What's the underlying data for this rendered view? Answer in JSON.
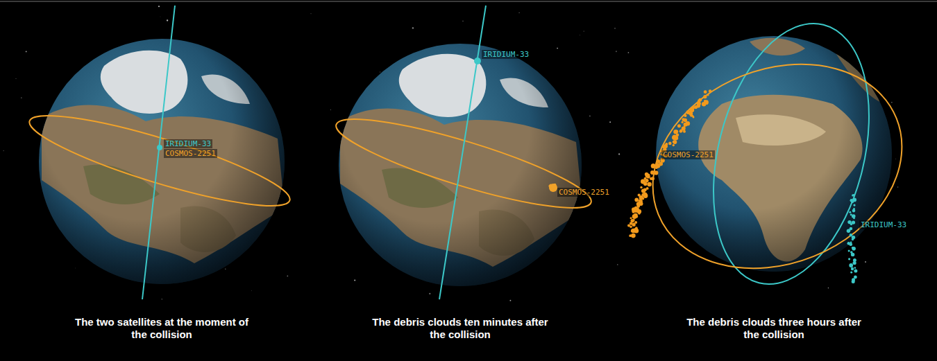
{
  "diagram": {
    "labels": [
      "IRIDIUM-33",
      "COSMOS-2251",
      "IRIDIUM-33",
      "COSMOS-2251",
      "COSMOS-2251",
      "IRIDIUM-33",
      "The two satellites at the moment of the collision",
      "The debris clouds ten minutes after the collision",
      "The debris clouds three hours after the collision"
    ]
  }
}
